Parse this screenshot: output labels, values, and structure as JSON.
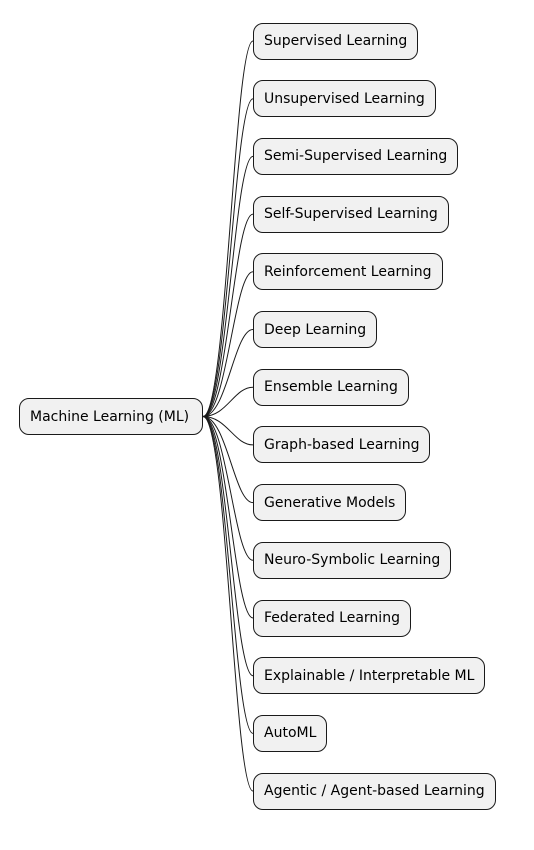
{
  "diagram": {
    "root": {
      "label": "Machine Learning (ML)"
    },
    "children": [
      {
        "label": "Supervised Learning"
      },
      {
        "label": "Unsupervised Learning"
      },
      {
        "label": "Semi-Supervised Learning"
      },
      {
        "label": "Self-Supervised Learning"
      },
      {
        "label": "Reinforcement Learning"
      },
      {
        "label": "Deep Learning"
      },
      {
        "label": "Ensemble Learning"
      },
      {
        "label": "Graph-based Learning"
      },
      {
        "label": "Generative Models"
      },
      {
        "label": "Neuro-Symbolic Learning"
      },
      {
        "label": "Federated Learning"
      },
      {
        "label": "Explainable / Interpretable ML"
      },
      {
        "label": "AutoML"
      },
      {
        "label": "Agentic / Agent-based Learning"
      }
    ],
    "colors": {
      "node_fill": "#f1f1f1",
      "node_border": "#1a1a1a",
      "connector": "#1a1a1a",
      "text": "#000000"
    }
  }
}
